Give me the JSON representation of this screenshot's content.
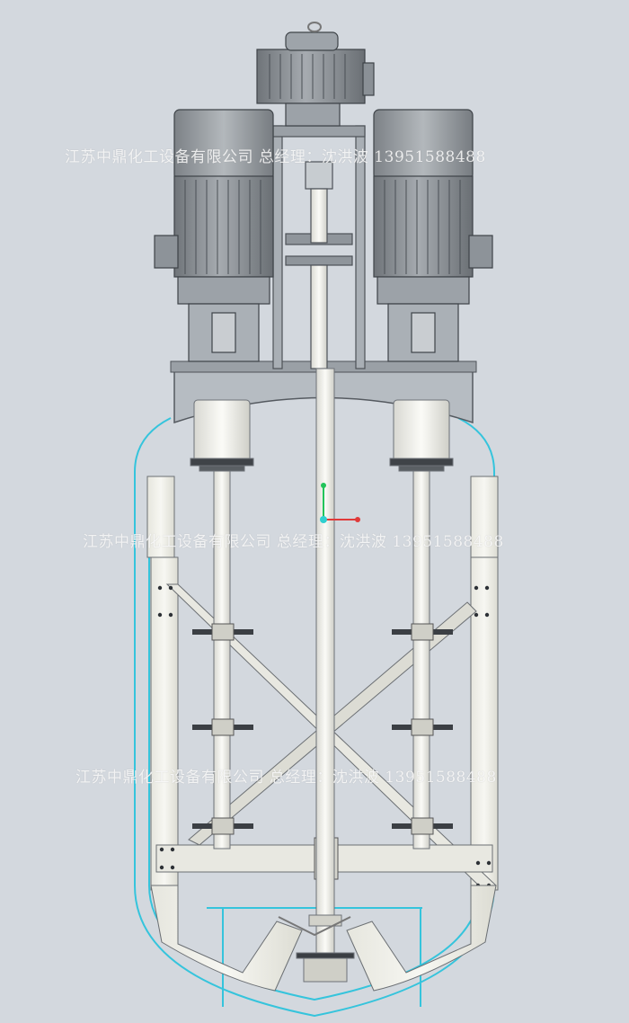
{
  "watermarks": [
    "江苏中鼎化工设备有限公司  总经理：沈洪波 13951588488",
    "江苏中鼎化工设备有限公司  总经理：沈洪波 13951588488",
    "江苏中鼎化工设备有限公司  总经理：沈洪波 13951588488"
  ],
  "colors": {
    "background": "#d3d8de",
    "vessel_outline": "#35c4dc",
    "motor_body": "#8c9196",
    "steel_white": "#f1f1ec",
    "frame_grey": "#b8bfc6",
    "axis_green": "#22c35a",
    "axis_red": "#e03a3a",
    "axis_origin": "#2fd0d0"
  }
}
